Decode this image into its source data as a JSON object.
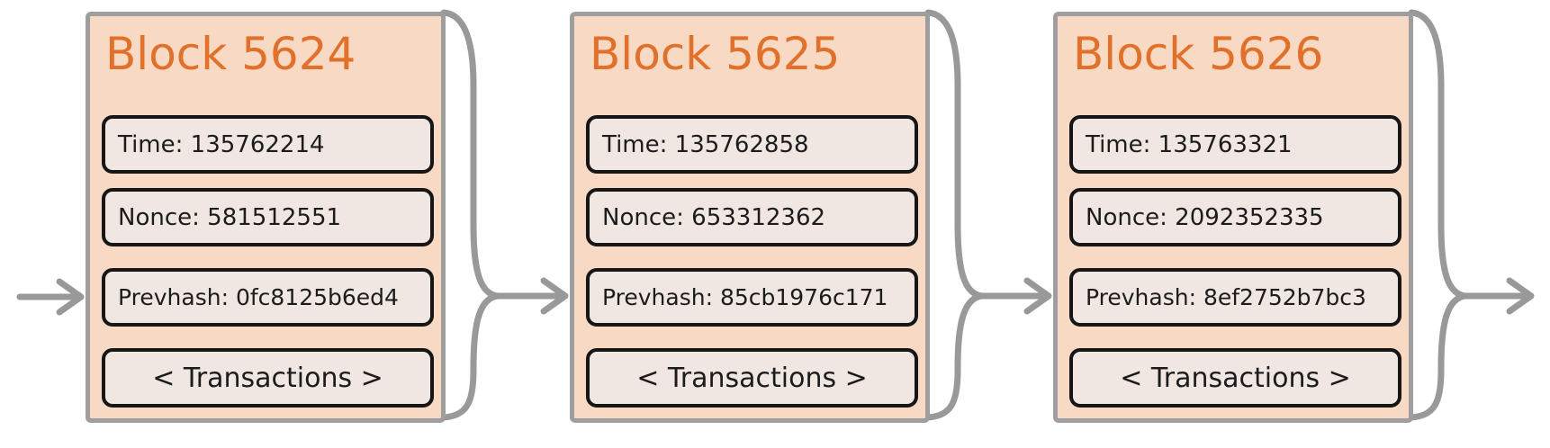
{
  "blocks": [
    {
      "title": "Block 5624",
      "time": "Time: 135762214",
      "nonce": "Nonce: 581512551",
      "prevhash": "Prevhash: 0fc8125b6ed4",
      "transactions": "< Transactions >"
    },
    {
      "title": "Block 5625",
      "time": "Time: 135762858",
      "nonce": "Nonce: 653312362",
      "prevhash": "Prevhash: 85cb1976c171",
      "transactions": "< Transactions >"
    },
    {
      "title": "Block 5626",
      "time": "Time: 135763321",
      "nonce": "Nonce: 2092352335",
      "prevhash": "Prevhash: 8ef2752b7bc3",
      "transactions": "< Transactions >"
    }
  ],
  "colors": {
    "block_fill": "#f8d9c4",
    "block_border": "#9e9e9e",
    "field_fill": "#f0e7e3",
    "field_border": "#161616",
    "title_color": "#e0702a",
    "connector": "#999999",
    "text_color": "#1c1c1c",
    "page_bg": "#ffffff"
  }
}
